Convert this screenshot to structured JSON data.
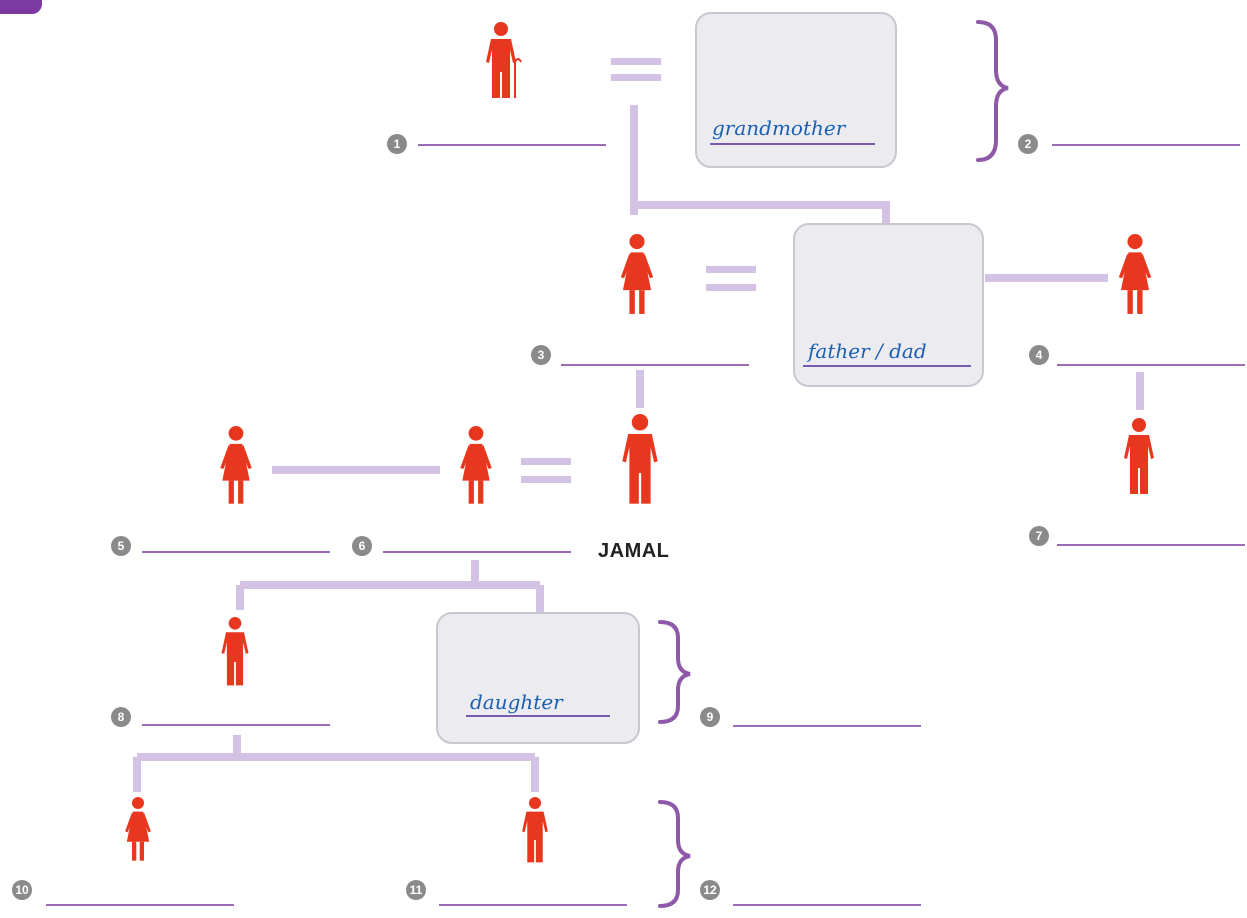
{
  "colors": {
    "figure": "#e8371f",
    "connector": "#d3c2e3",
    "brace": "#8e5aa8",
    "answer_line": "#9b6bb5",
    "number_badge": "#8a8a8a",
    "handwriting": "#1b5fb5",
    "box_fill": "#ececf0"
  },
  "figures": [
    {
      "id": "grandfather",
      "type": "man-elderly"
    },
    {
      "id": "grandmother",
      "type": "woman-elderly"
    },
    {
      "id": "mother",
      "type": "woman"
    },
    {
      "id": "father",
      "type": "man"
    },
    {
      "id": "stepmother",
      "type": "woman"
    },
    {
      "id": "jamal",
      "type": "man"
    },
    {
      "id": "half-brother",
      "type": "boy"
    },
    {
      "id": "sister-in-law",
      "type": "woman"
    },
    {
      "id": "wife",
      "type": "woman"
    },
    {
      "id": "son",
      "type": "boy"
    },
    {
      "id": "daughter",
      "type": "girl"
    },
    {
      "id": "granddaughter",
      "type": "girl"
    },
    {
      "id": "grandson",
      "type": "boy"
    }
  ],
  "blanks": [
    {
      "number": "1"
    },
    {
      "number": "2"
    },
    {
      "number": "3"
    },
    {
      "number": "4"
    },
    {
      "number": "5"
    },
    {
      "number": "6"
    },
    {
      "number": "7"
    },
    {
      "number": "8"
    },
    {
      "number": "9"
    },
    {
      "number": "10"
    },
    {
      "number": "11"
    },
    {
      "number": "12"
    }
  ],
  "examples": {
    "grandmother": "grandmother",
    "father": "father / dad",
    "daughter": "daughter"
  },
  "jamal_label": "JAMAL"
}
